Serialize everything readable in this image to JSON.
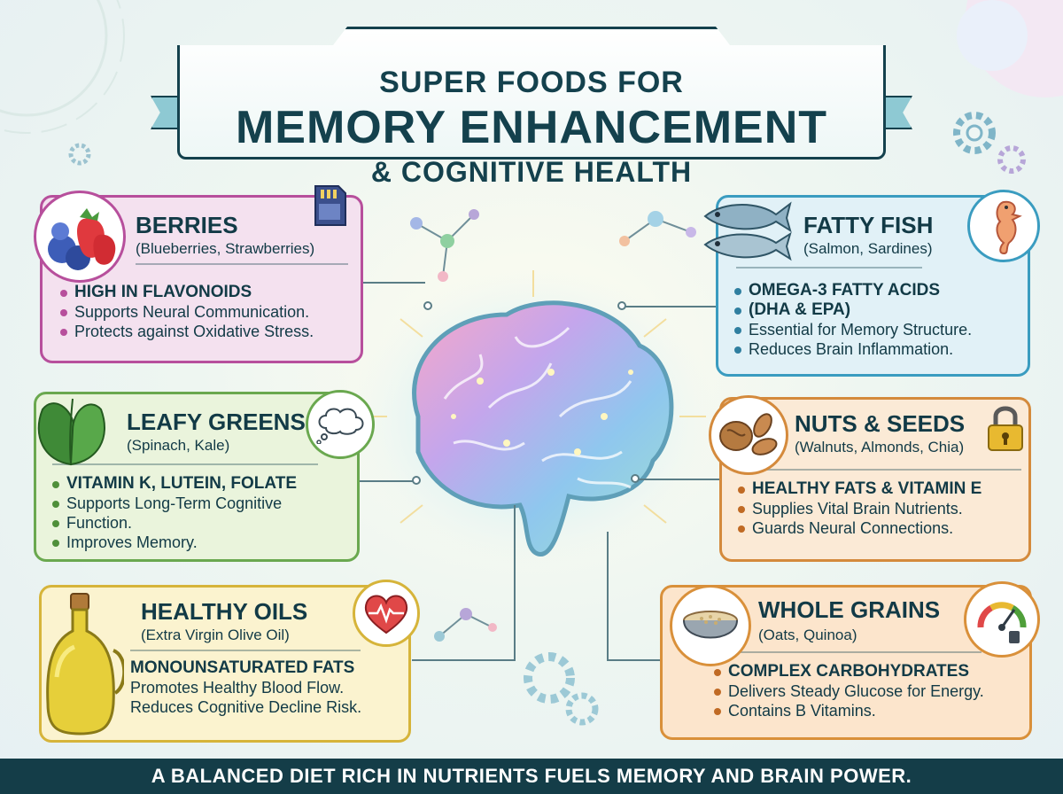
{
  "header": {
    "line1": "SUPER FOODS FOR",
    "line2": "MEMORY ENHANCEMENT",
    "line3": "& COGNITIVE HEALTH"
  },
  "cards": {
    "berries": {
      "title": "BERRIES",
      "subtitle": "(Blueberries, Strawberries)",
      "points": [
        "HIGH IN FLAVONOIDS",
        "Supports Neural Communication.",
        "Protects against Oxidative Stress."
      ]
    },
    "fish": {
      "title": "FATTY FISH",
      "subtitle": "(Salmon, Sardines)",
      "points": [
        "OMEGA-3 FATTY ACIDS",
        "(DHA & EPA)",
        "Essential for Memory Structure.",
        "Reduces Brain Inflammation."
      ]
    },
    "greens": {
      "title": "LEAFY GREENS",
      "subtitle": "(Spinach, Kale)",
      "points": [
        "VITAMIN K, LUTEIN, FOLATE",
        "Supports Long-Term Cognitive",
        "Function.",
        "Improves Memory."
      ]
    },
    "nuts": {
      "title": "NUTS & SEEDS",
      "subtitle": "(Walnuts, Almonds, Chia)",
      "points": [
        "HEALTHY FATS & VITAMIN E",
        "Supplies Vital Brain Nutrients.",
        "Guards Neural Connections."
      ]
    },
    "oils": {
      "title": "HEALTHY OILS",
      "subtitle": "(Extra Virgin Olive Oil)",
      "points": [
        "MONOUNSATURATED FATS",
        "Promotes Healthy Blood Flow.",
        "Reduces Cognitive Decline Risk."
      ]
    },
    "grains": {
      "title": "WHOLE GRAINS",
      "subtitle": "(Oats, Quinoa)",
      "points": [
        "COMPLEX CARBOHYDRATES",
        "Delivers Steady Glucose for Energy.",
        "Contains B Vitamins."
      ]
    }
  },
  "footer": {
    "text": "A BALANCED DIET RICH IN NUTRIENTS FUELS MEMORY AND BRAIN POWER."
  },
  "colors": {
    "berries": "#c04aa0",
    "fish": "#3a9cc0",
    "greens": "#6aa84f",
    "nuts": "#d48a3c",
    "oils": "#d6b43a",
    "grains": "#d9903a",
    "navy": "#14414d"
  },
  "icons": [
    "berries-icon",
    "sd-card-icon",
    "fish-icon",
    "seahorse-icon",
    "spinach-icon",
    "thought-cloud-icon",
    "nuts-icon",
    "padlock-icon",
    "olive-oil-bottle-icon",
    "heart-pulse-icon",
    "grain-bowl-icon",
    "gauge-icon",
    "brain-illustration",
    "gear-icon",
    "molecule-icon"
  ]
}
